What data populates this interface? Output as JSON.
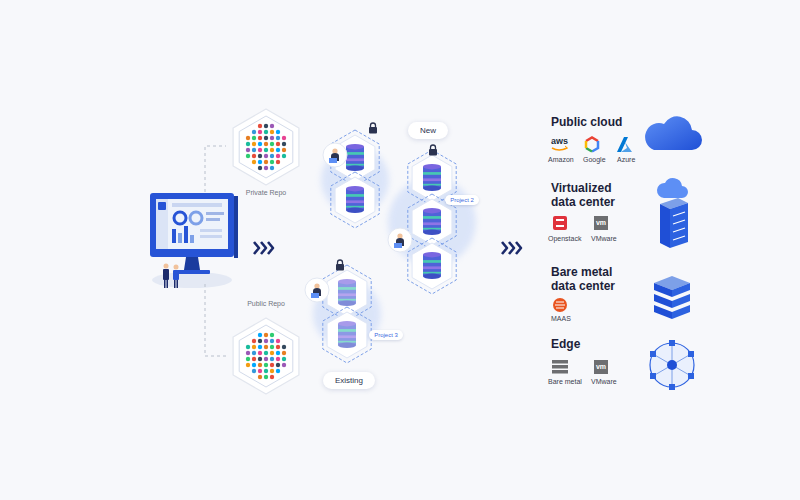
{
  "diagram": {
    "nodes": [
      {
        "text": [
          "Private Repo"
        ]
      },
      {
        "text": [
          "New"
        ]
      },
      {
        "text": [
          "Project 2"
        ]
      },
      {
        "text": [
          "Public Repo"
        ]
      },
      {
        "text": [
          "Existing"
        ]
      },
      {
        "text": [
          "Project 3"
        ]
      }
    ],
    "labels": [
      "Public cloud",
      "aws",
      "Amazon",
      "Google",
      "Azure",
      "Virtualized data center",
      "vm",
      "Openstack",
      "VMware",
      "Bare metal data center",
      "MAAS",
      "Edge",
      "vm",
      "Bare metal",
      "VMware"
    ]
  }
}
